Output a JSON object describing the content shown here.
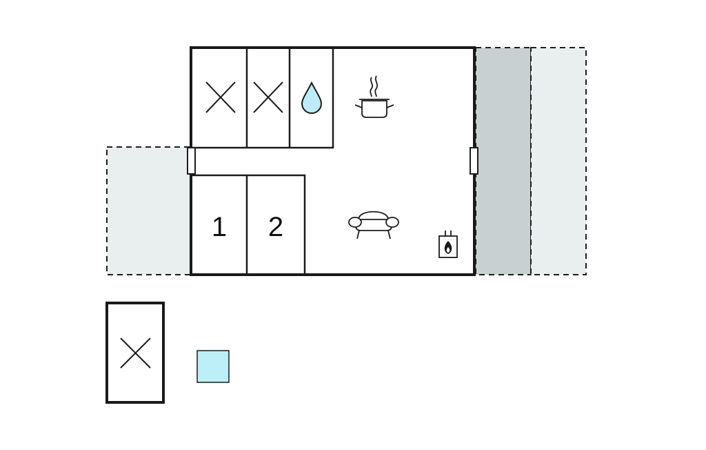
{
  "colors": {
    "wall": "#1a1a1a",
    "terrace_light": "#e9eeee",
    "terrace_dark": "#c9d0d2",
    "water": "#bdebf7",
    "pool": "#bdeff8",
    "background": "#ffffff"
  },
  "rooms": [
    {
      "id": "bedroom-1",
      "label": "1"
    },
    {
      "id": "bedroom-2",
      "label": "2"
    }
  ],
  "icons": [
    "cross-icon",
    "water-drop-icon",
    "cooking-pot-icon",
    "sofa-icon",
    "fireplace-icon"
  ]
}
